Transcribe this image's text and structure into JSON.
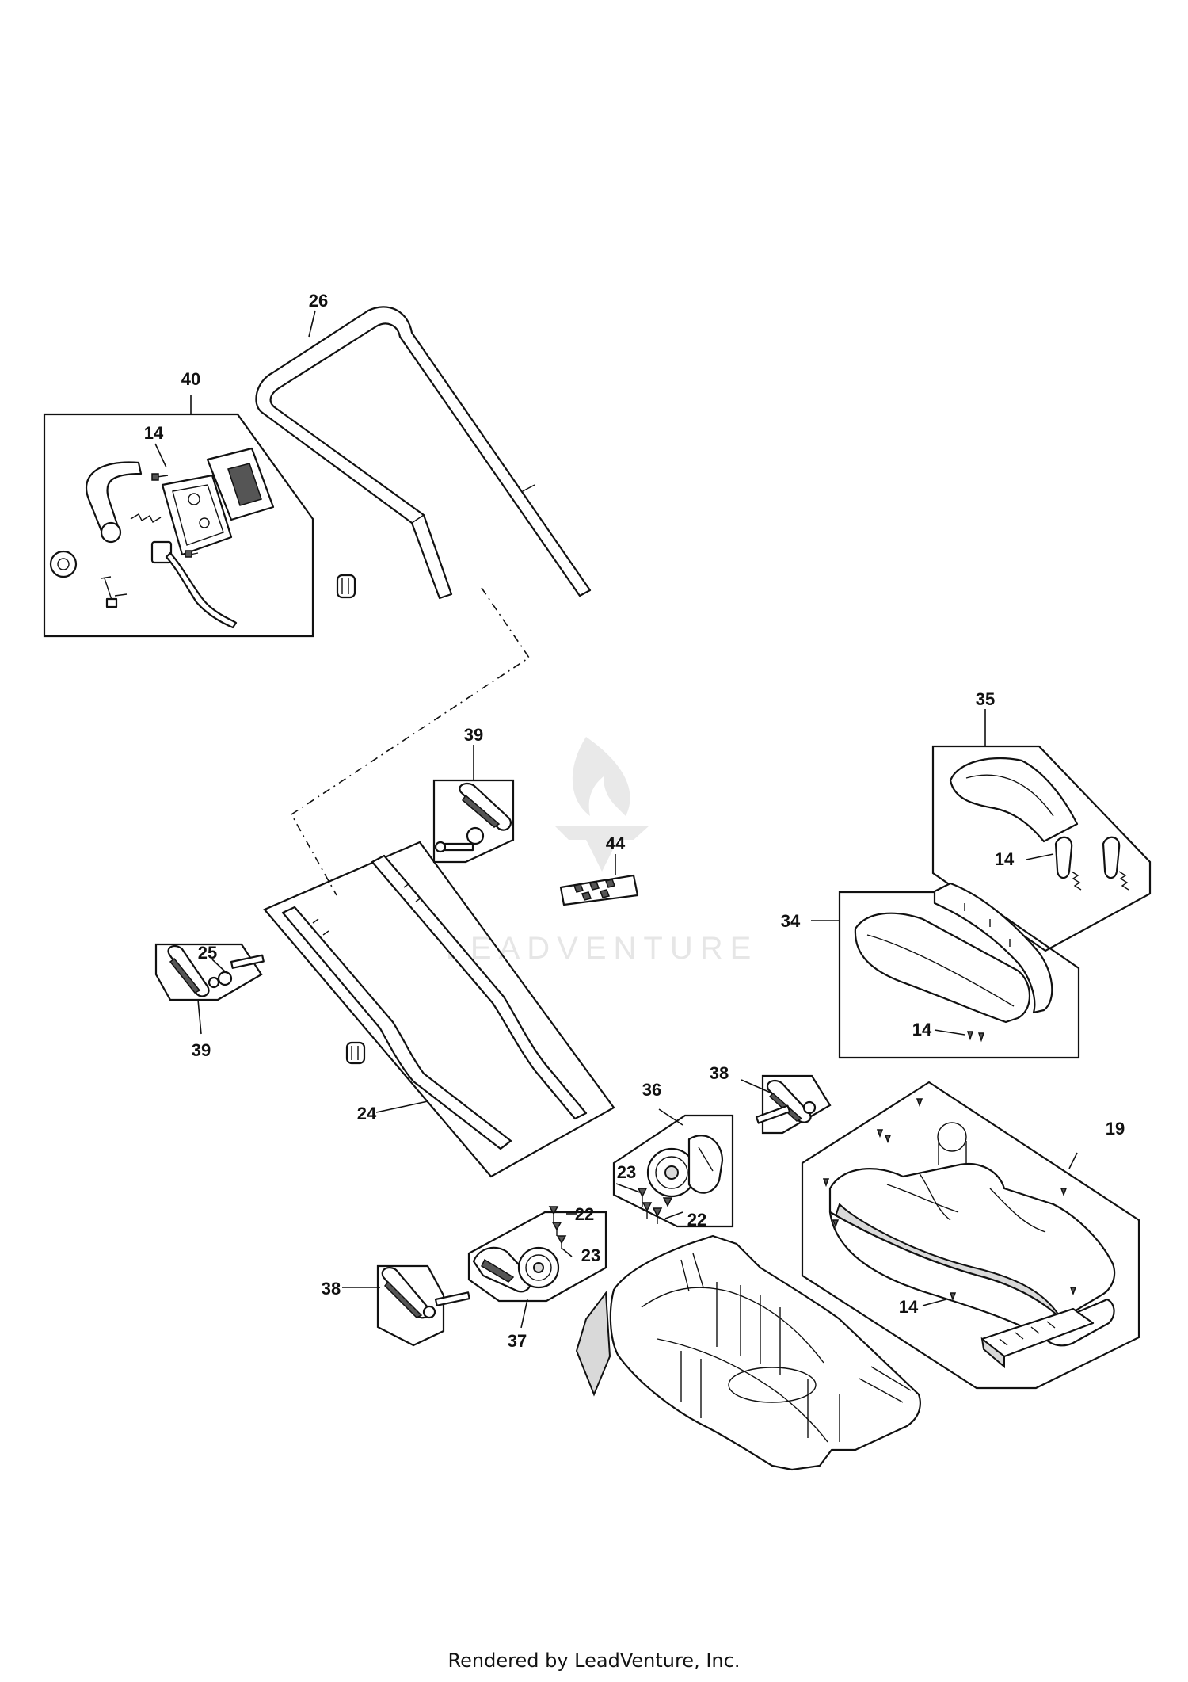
{
  "diagram": {
    "watermark": "LEADVENTURE",
    "footer": "Rendered by LeadVenture, Inc.",
    "callouts": {
      "c26": "26",
      "c40": "40",
      "c14_handle": "14",
      "c39_top": "39",
      "c44": "44",
      "c35": "35",
      "c14_cover": "14",
      "c34": "34",
      "c14_flap": "14",
      "c25": "25",
      "c39_left": "39",
      "c24": "24",
      "c38_right": "38",
      "c36": "36",
      "c19": "19",
      "c23_a": "23",
      "c22_a": "22",
      "c22_b": "22",
      "c23_b": "23",
      "c38_left": "38",
      "c37": "37",
      "c14_housing": "14"
    }
  }
}
